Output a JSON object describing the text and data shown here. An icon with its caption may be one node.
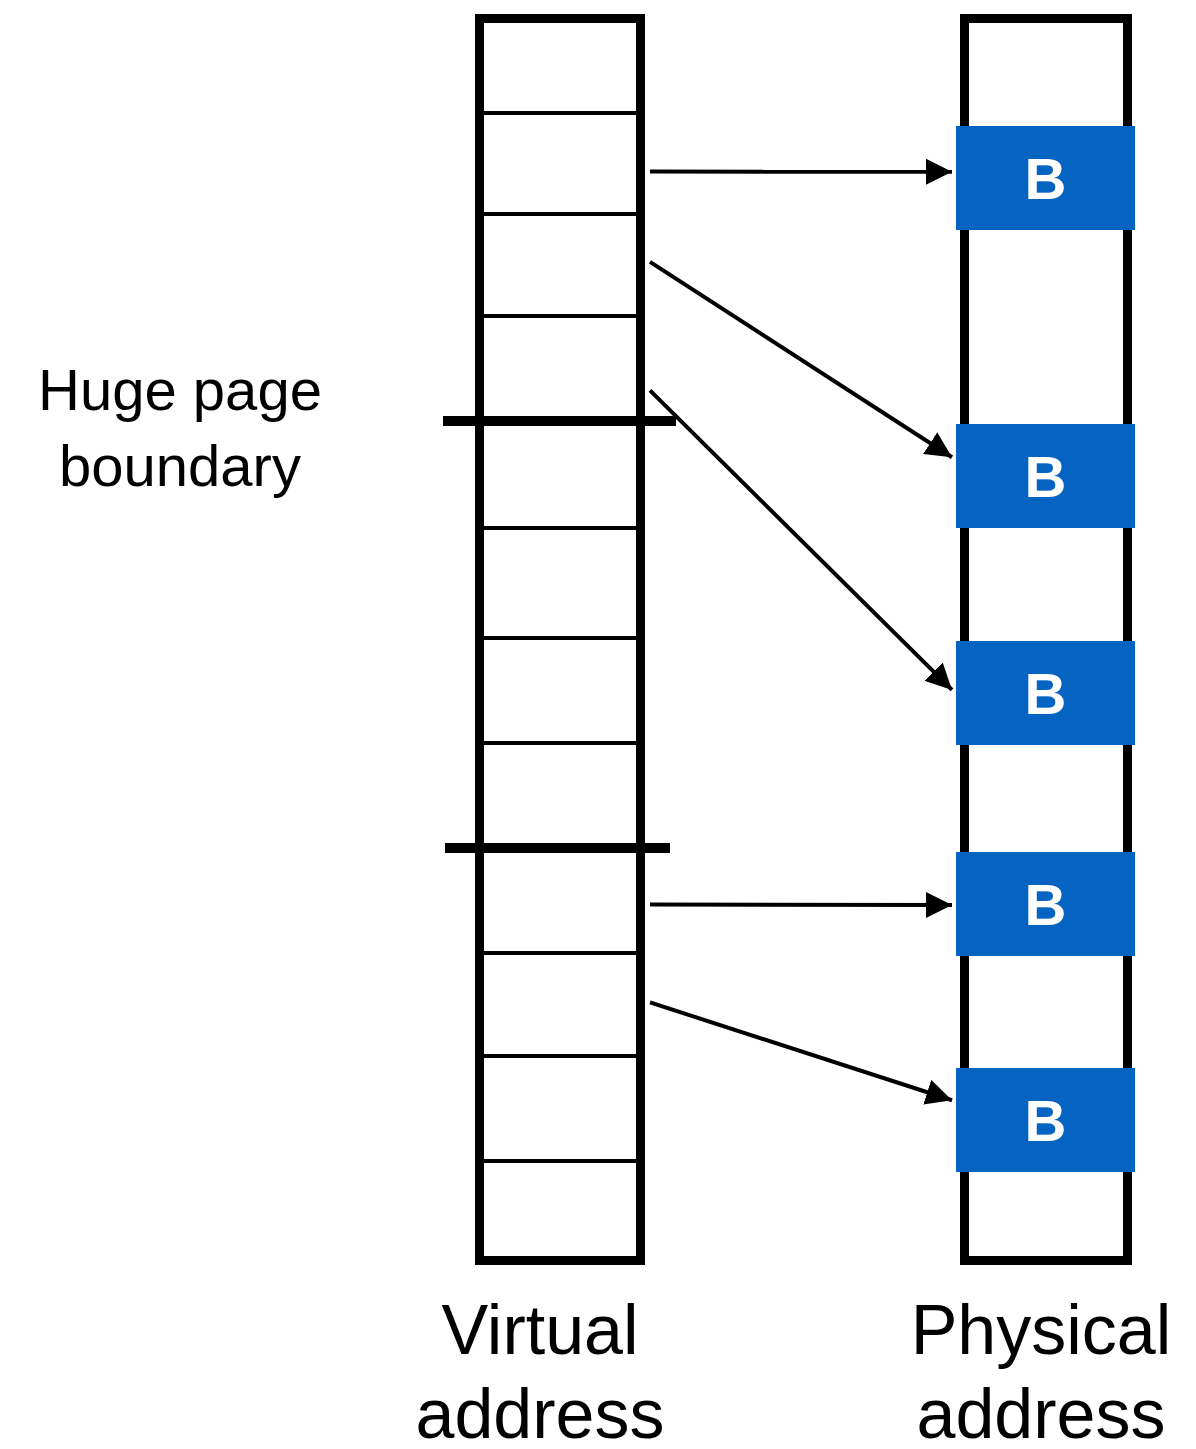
{
  "diagram": {
    "nodes": [
      {
        "text": [
          "Virtual address"
        ]
      },
      {
        "text": [],
        "shape": "box",
        "in": 0
      },
      {
        "text": [],
        "shape": "box",
        "in": 0
      },
      {
        "text": [],
        "shape": "box",
        "in": 0
      },
      {
        "text": [],
        "shape": "box",
        "in": 0
      },
      {
        "text": [],
        "shape": "box",
        "in": 0
      },
      {
        "text": [],
        "shape": "box",
        "in": 0
      },
      {
        "text": [],
        "shape": "box",
        "in": 0
      },
      {
        "text": [],
        "shape": "box",
        "in": 0
      },
      {
        "text": [],
        "shape": "box",
        "in": 0
      },
      {
        "text": [],
        "shape": "box",
        "in": 0
      },
      {
        "text": [],
        "shape": "box",
        "in": 0
      },
      {
        "text": [],
        "shape": "box",
        "in": 0
      },
      {
        "text": [
          "Physical address"
        ]
      },
      {
        "text": [
          "B"
        ],
        "in": 13
      },
      {
        "text": [
          "B"
        ],
        "in": 13
      },
      {
        "text": [
          "B"
        ],
        "in": 13
      },
      {
        "text": [
          "B"
        ],
        "in": 13
      },
      {
        "text": [
          "B"
        ],
        "in": 13
      }
    ],
    "edges": [
      {
        "from": 2,
        "to": 14,
        "arrow": "to"
      },
      {
        "from": 3,
        "to": 15,
        "arrow": "to"
      },
      {
        "from": 4,
        "to": 16,
        "arrow": "to"
      },
      {
        "from": 9,
        "to": 17,
        "arrow": "to"
      },
      {
        "from": 10,
        "to": 18,
        "arrow": "to"
      }
    ],
    "labels": [
      "Huge page boundary"
    ]
  }
}
